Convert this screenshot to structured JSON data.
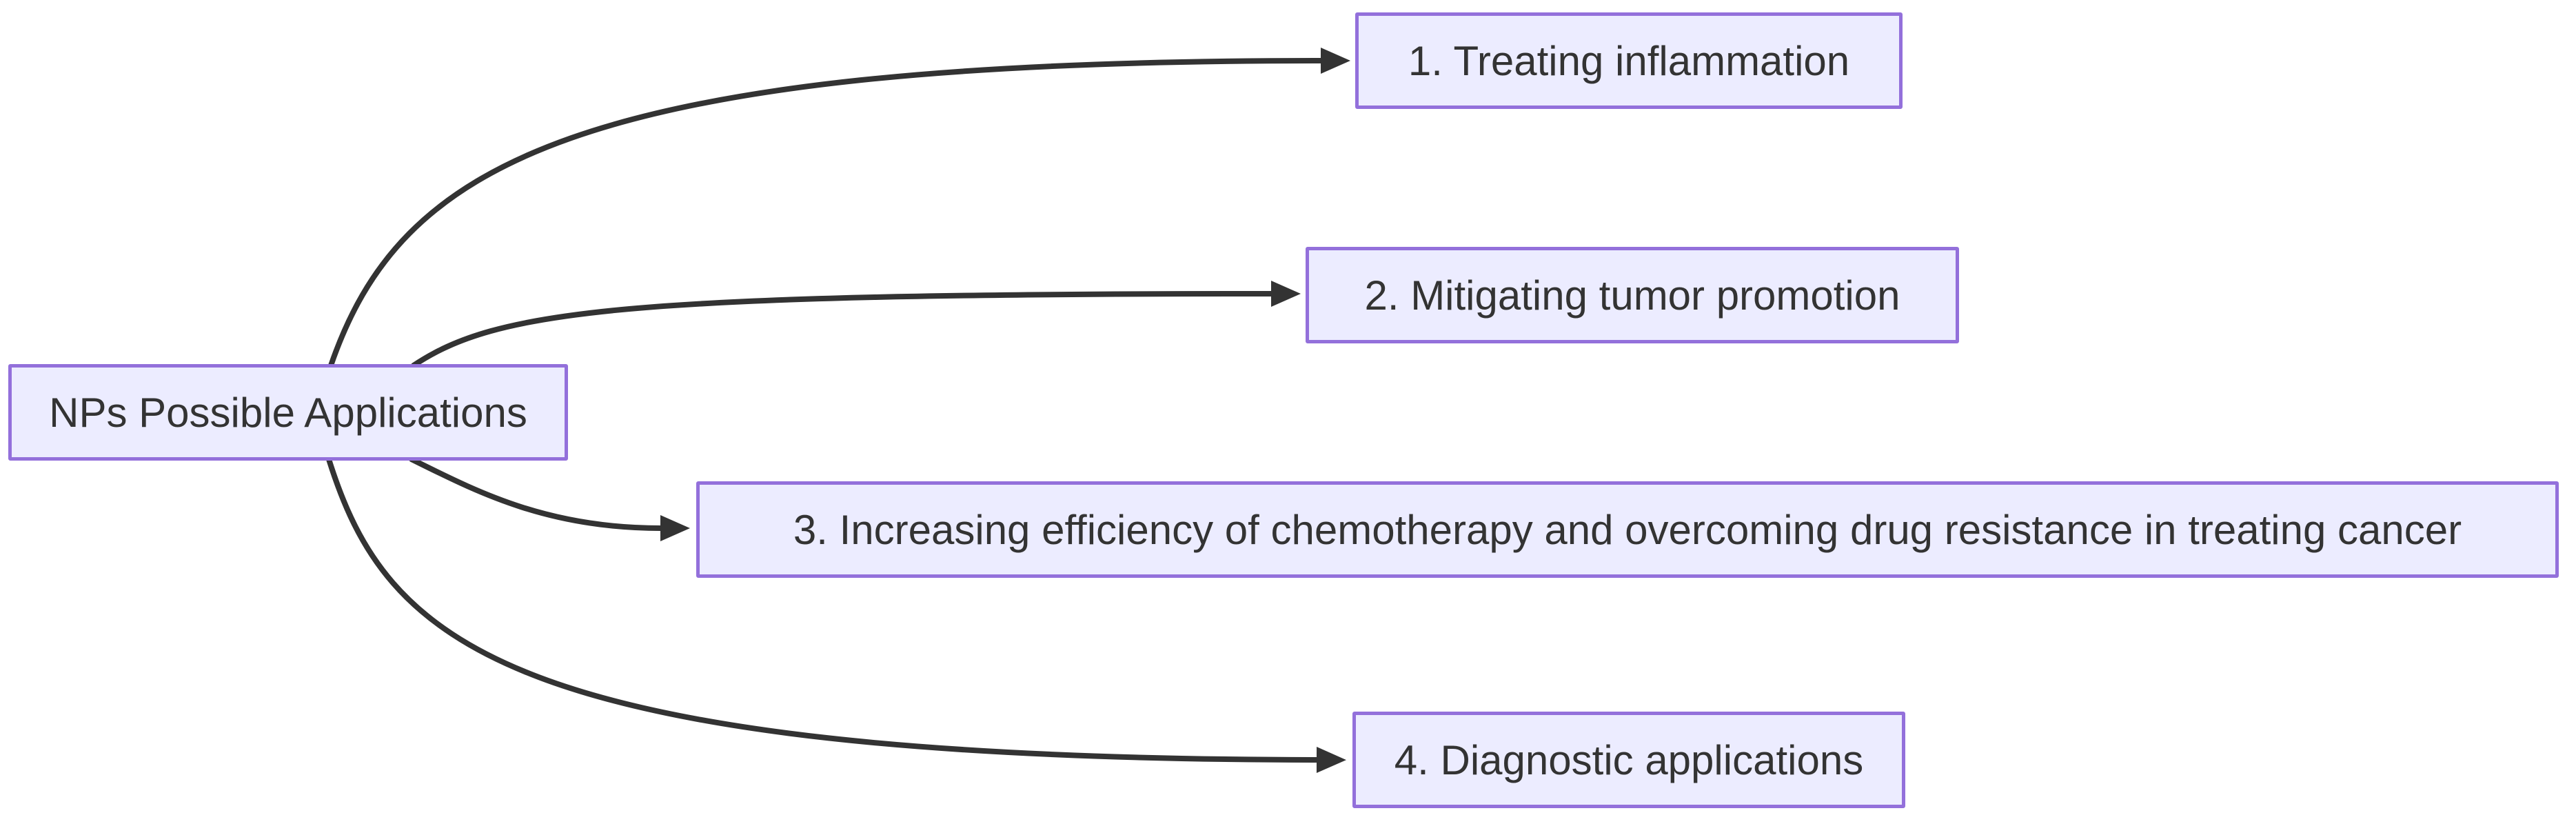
{
  "diagram": {
    "type": "flowchart",
    "orientation": "left-to-right",
    "root": {
      "id": "root",
      "label": "NPs Possible Applications"
    },
    "children": [
      {
        "id": "app1",
        "label": "1. Treating inflammation"
      },
      {
        "id": "app2",
        "label": "2. Mitigating tumor promotion"
      },
      {
        "id": "app3",
        "label": "3. Increasing efficiency of chemotherapy and overcoming drug resistance in treating cancer"
      },
      {
        "id": "app4",
        "label": "4. Diagnostic applications"
      }
    ],
    "edges": [
      {
        "from": "root",
        "to": "app1",
        "style": "curved-arrow"
      },
      {
        "from": "root",
        "to": "app2",
        "style": "curved-arrow"
      },
      {
        "from": "root",
        "to": "app3",
        "style": "curved-arrow"
      },
      {
        "from": "root",
        "to": "app4",
        "style": "curved-arrow"
      }
    ],
    "colors": {
      "background": "#ffffff",
      "node_fill": "#ececff",
      "node_border": "#9370db",
      "node_text": "#333333",
      "edge_stroke": "#333333",
      "arrowhead_fill": "#333333"
    }
  }
}
